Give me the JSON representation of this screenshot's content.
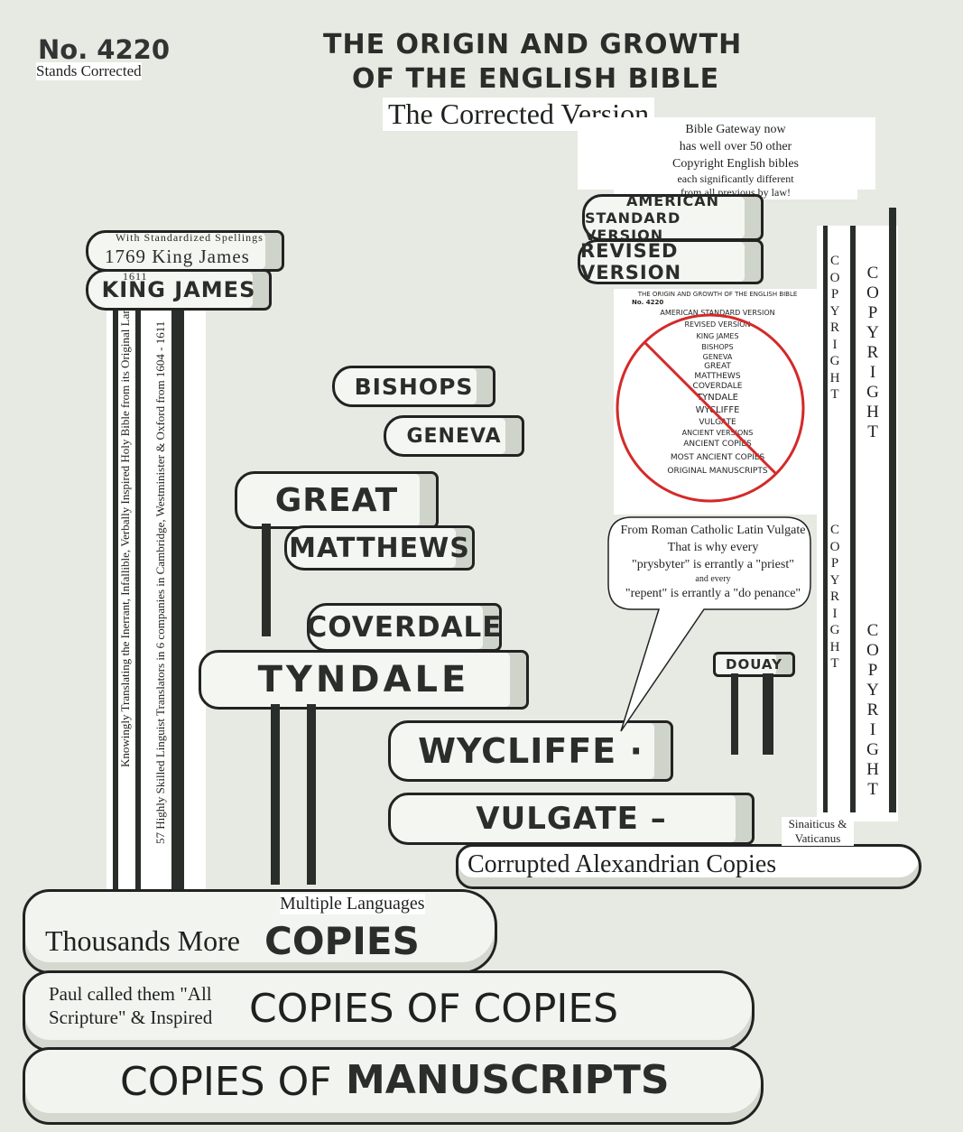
{
  "header": {
    "number": "No. 4220",
    "subtitle": "Stands Corrected",
    "title_line1": "THE ORIGIN AND GROWTH",
    "title_line2": "OF THE ENGLISH BIBLE",
    "corrected": "The Corrected Version"
  },
  "king_james": {
    "note": "With Standardized Spellings",
    "revision": "1769 King James",
    "year": "1611",
    "label": "KING JAMES"
  },
  "pillar_texts": [
    "Knowingly Translating the Inerrant, Infallible, Verbally Inspired Holy Bible from its Original Languages",
    "57 Highly Skilled Linguist Translators in 6 companies in Cambridge, Westminister & Oxford from 1604 - 1611"
  ],
  "books": {
    "bishops": "BISHOPS",
    "geneva": "GENEVA",
    "great": "GREAT",
    "matthews": "MATTHEWS",
    "coverdale": "COVERDALE",
    "tyndale": "TYNDALE",
    "wycliffe": "WYCLIFFE ·",
    "vulgate": "VULGATE –",
    "douay": "DOUAY",
    "asv_line1": "AMERICAN",
    "asv_line2": "STANDARD VERSION",
    "rv": "REVISED VERSION"
  },
  "gateway_note": [
    "Bible Gateway now",
    "has well over 50 other",
    "Copyright English bibles",
    "each significantly different",
    "from all previous by law!"
  ],
  "copyright": "COPYRIGHT",
  "inset": {
    "title": "THE ORIGIN AND GROWTH OF THE ENGLISH BIBLE",
    "number": "No. 4220",
    "items": [
      "AMERICAN STANDARD VERSION",
      "REVISED VERSION",
      "KING JAMES",
      "BISHOPS",
      "GENEVA",
      "GREAT",
      "MATTHEWS",
      "COVERDALE",
      "TYNDALE",
      "WYCLIFFE",
      "VULGATE",
      "ANCIENT VERSIONS",
      "ANCIENT COPIES",
      "MOST ANCIENT COPIES",
      "ORIGINAL MANUSCRIPTS"
    ],
    "strike_color": "#d42a2a"
  },
  "bubble": [
    "From Roman Catholic Latin Vulgate",
    "That is why every",
    "\"prysbyter\" is errantly a \"priest\"",
    "and every",
    "\"repent\" is errantly a \"do penance\""
  ],
  "sinaiticus": "Sinaiticus & Vaticanus",
  "alexandrian": "Corrupted Alexandrian Copies",
  "bottom": {
    "multiple": "Multiple Languages",
    "thousands": "Thousands More",
    "copies": "COPIES",
    "paul": "Paul called them \"All Scripture\" & Inspired",
    "copies_of_copies": "COPIES OF COPIES",
    "copies_of": "COPIES OF",
    "manuscripts": "MANUSCRIPTS"
  }
}
